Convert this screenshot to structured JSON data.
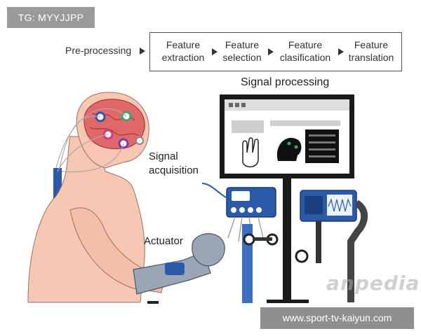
{
  "watermark": {
    "top_text": "TG: MYYJJPP",
    "bottom_text": "www.sport-tv-kaiyun.com",
    "logo_text": "anpedia"
  },
  "pipeline": {
    "lead": "Pre-processing",
    "steps": [
      {
        "line1": "Feature",
        "line2": "extraction"
      },
      {
        "line1": "Feature",
        "line2": "selection"
      },
      {
        "line1": "Feature",
        "line2": "clasification"
      },
      {
        "line1": "Feature",
        "line2": "translation"
      }
    ]
  },
  "labels": {
    "signal_processing": "Signal processing",
    "signal_acq_1": "Signal",
    "signal_acq_2": "acquisition",
    "actuator": "Actuator"
  },
  "colors": {
    "skin": "#f7c7b3",
    "brain": "#e06868",
    "device_blue": "#2a5aa8",
    "monitor_frame": "#1a1a1a",
    "pipe_blue": "#3a6fc4"
  }
}
